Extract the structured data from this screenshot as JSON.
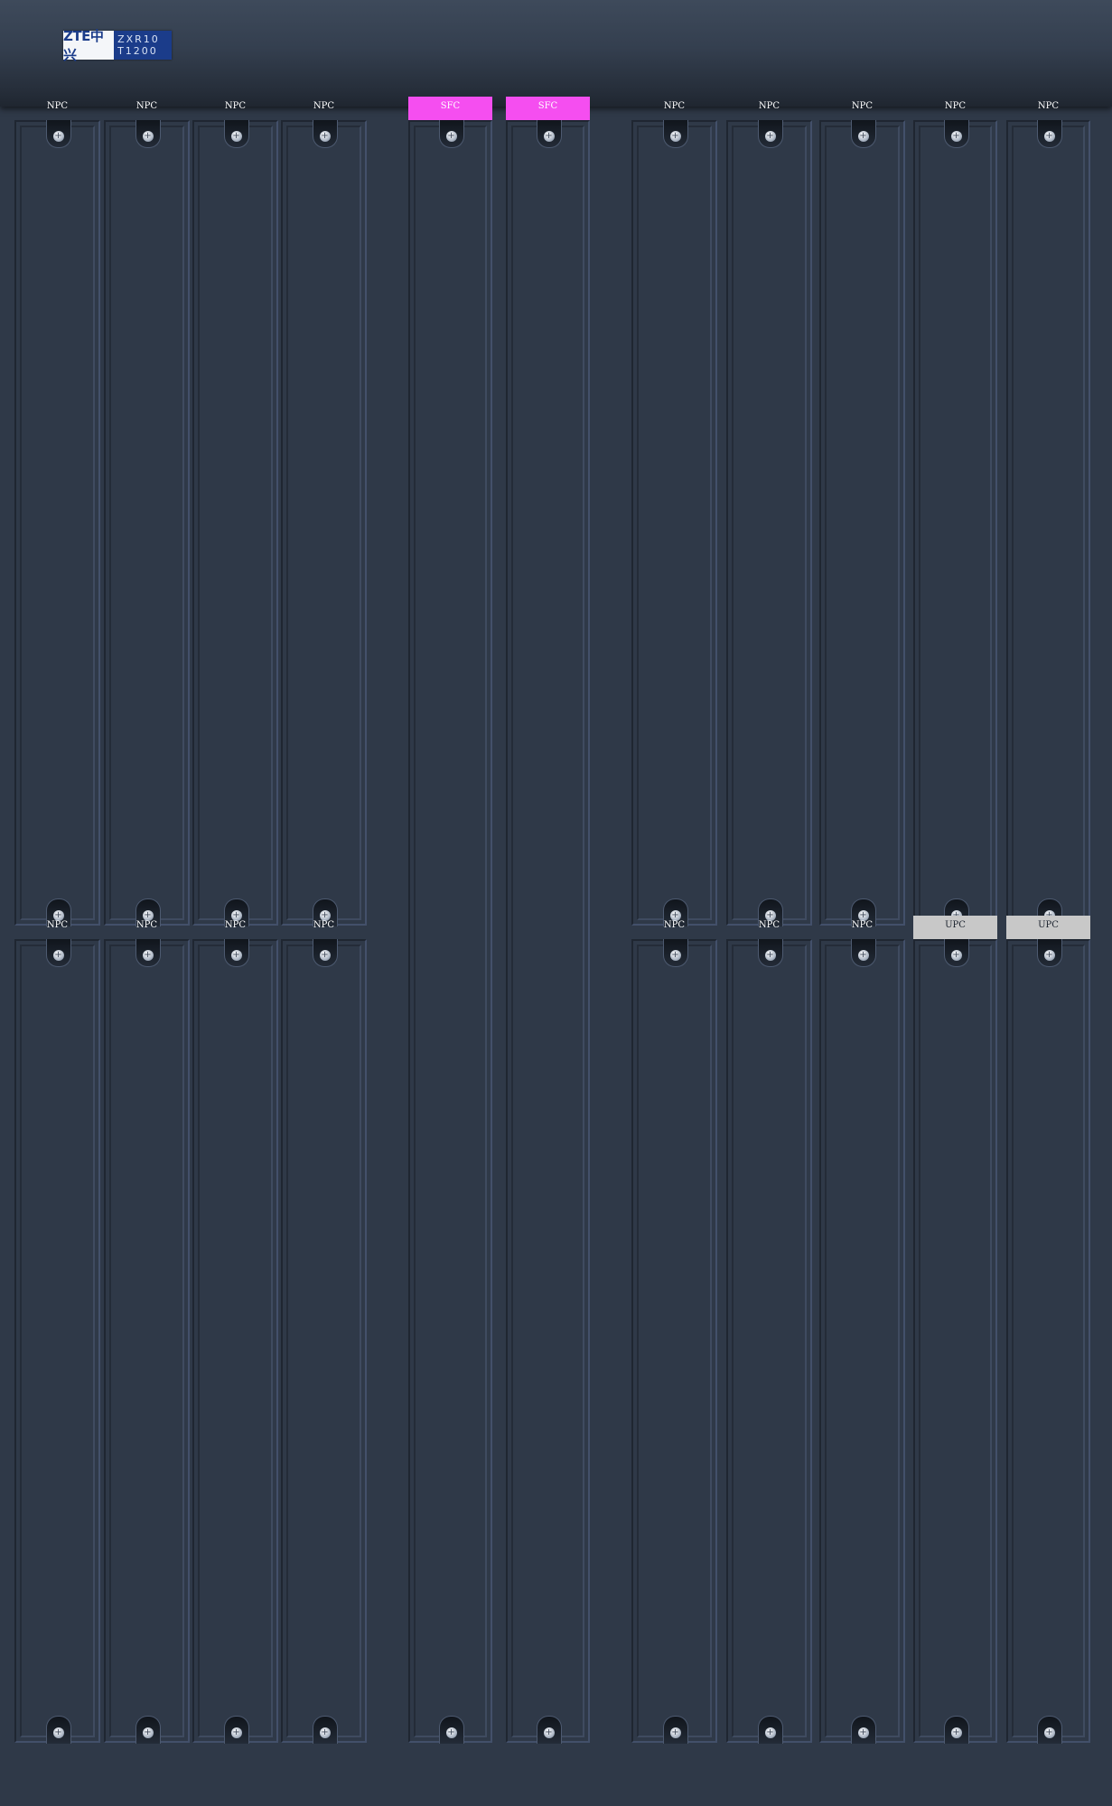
{
  "header": {
    "logo_brand": "ZTE中兴",
    "logo_model_line1": "ZXR10",
    "logo_model_line2": "T1200"
  },
  "colors": {
    "chassis": "#2f3948",
    "sfc_highlight": "#f54ef0",
    "upc_highlight": "#c8c8c8"
  },
  "screw_glyph": "+",
  "slots": [
    {
      "label": "NPC",
      "highlight": ""
    },
    {
      "label": "NPC",
      "highlight": ""
    },
    {
      "label": "NPC",
      "highlight": ""
    },
    {
      "label": "NPC",
      "highlight": ""
    },
    {
      "label": "SFC",
      "highlight": "#f54ef0"
    },
    {
      "label": "SFC",
      "highlight": "#f54ef0"
    },
    {
      "label": "NPC",
      "highlight": ""
    },
    {
      "label": "NPC",
      "highlight": ""
    },
    {
      "label": "NPC",
      "highlight": ""
    },
    {
      "label": "NPC",
      "highlight": ""
    },
    {
      "label": "NPC",
      "highlight": ""
    },
    {
      "label": "NPC",
      "highlight": ""
    },
    {
      "label": "NPC",
      "highlight": ""
    },
    {
      "label": "NPC",
      "highlight": ""
    },
    {
      "label": "NPC",
      "highlight": ""
    },
    {
      "label": "NPC",
      "highlight": ""
    },
    {
      "label": "NPC",
      "highlight": ""
    },
    {
      "label": "NPC",
      "highlight": ""
    },
    {
      "label": "UPC",
      "highlight": "#c8c8c8"
    },
    {
      "label": "UPC",
      "highlight": "#c8c8c8"
    }
  ]
}
